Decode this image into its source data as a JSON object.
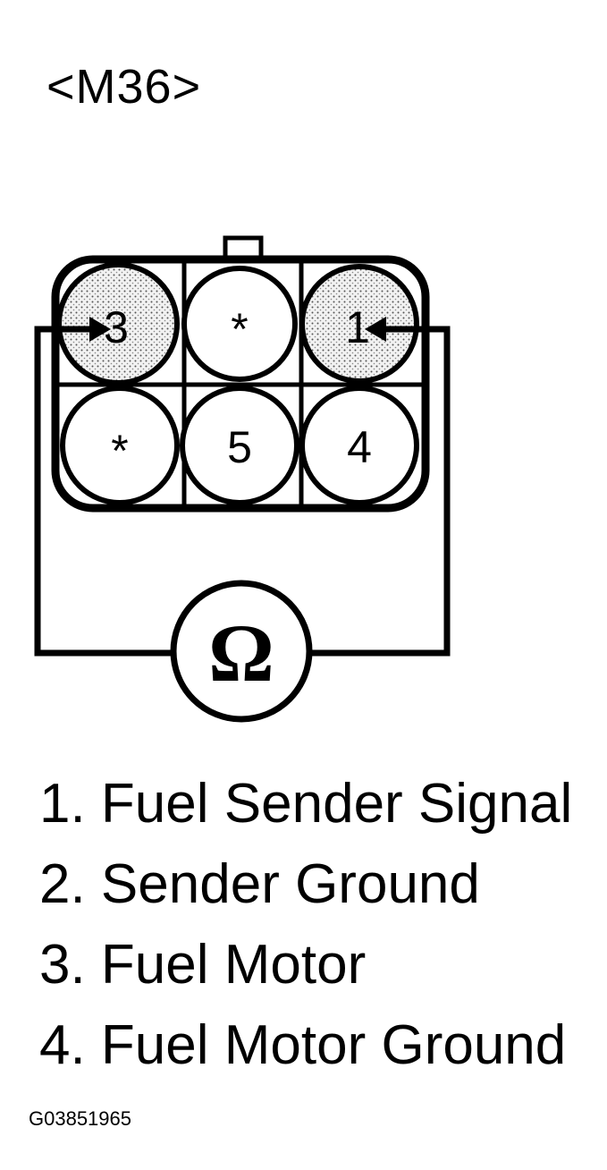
{
  "title": "<M36>",
  "connector": {
    "pins_top": [
      "3",
      "*",
      "1"
    ],
    "pins_bottom": [
      "*",
      "5",
      "4"
    ]
  },
  "meter": {
    "symbol": "Ω"
  },
  "legend": [
    "1. Fuel Sender Signal",
    "2. Sender Ground",
    "3. Fuel Motor",
    "4. Fuel Motor Ground"
  ],
  "figure_id": "G03851965"
}
